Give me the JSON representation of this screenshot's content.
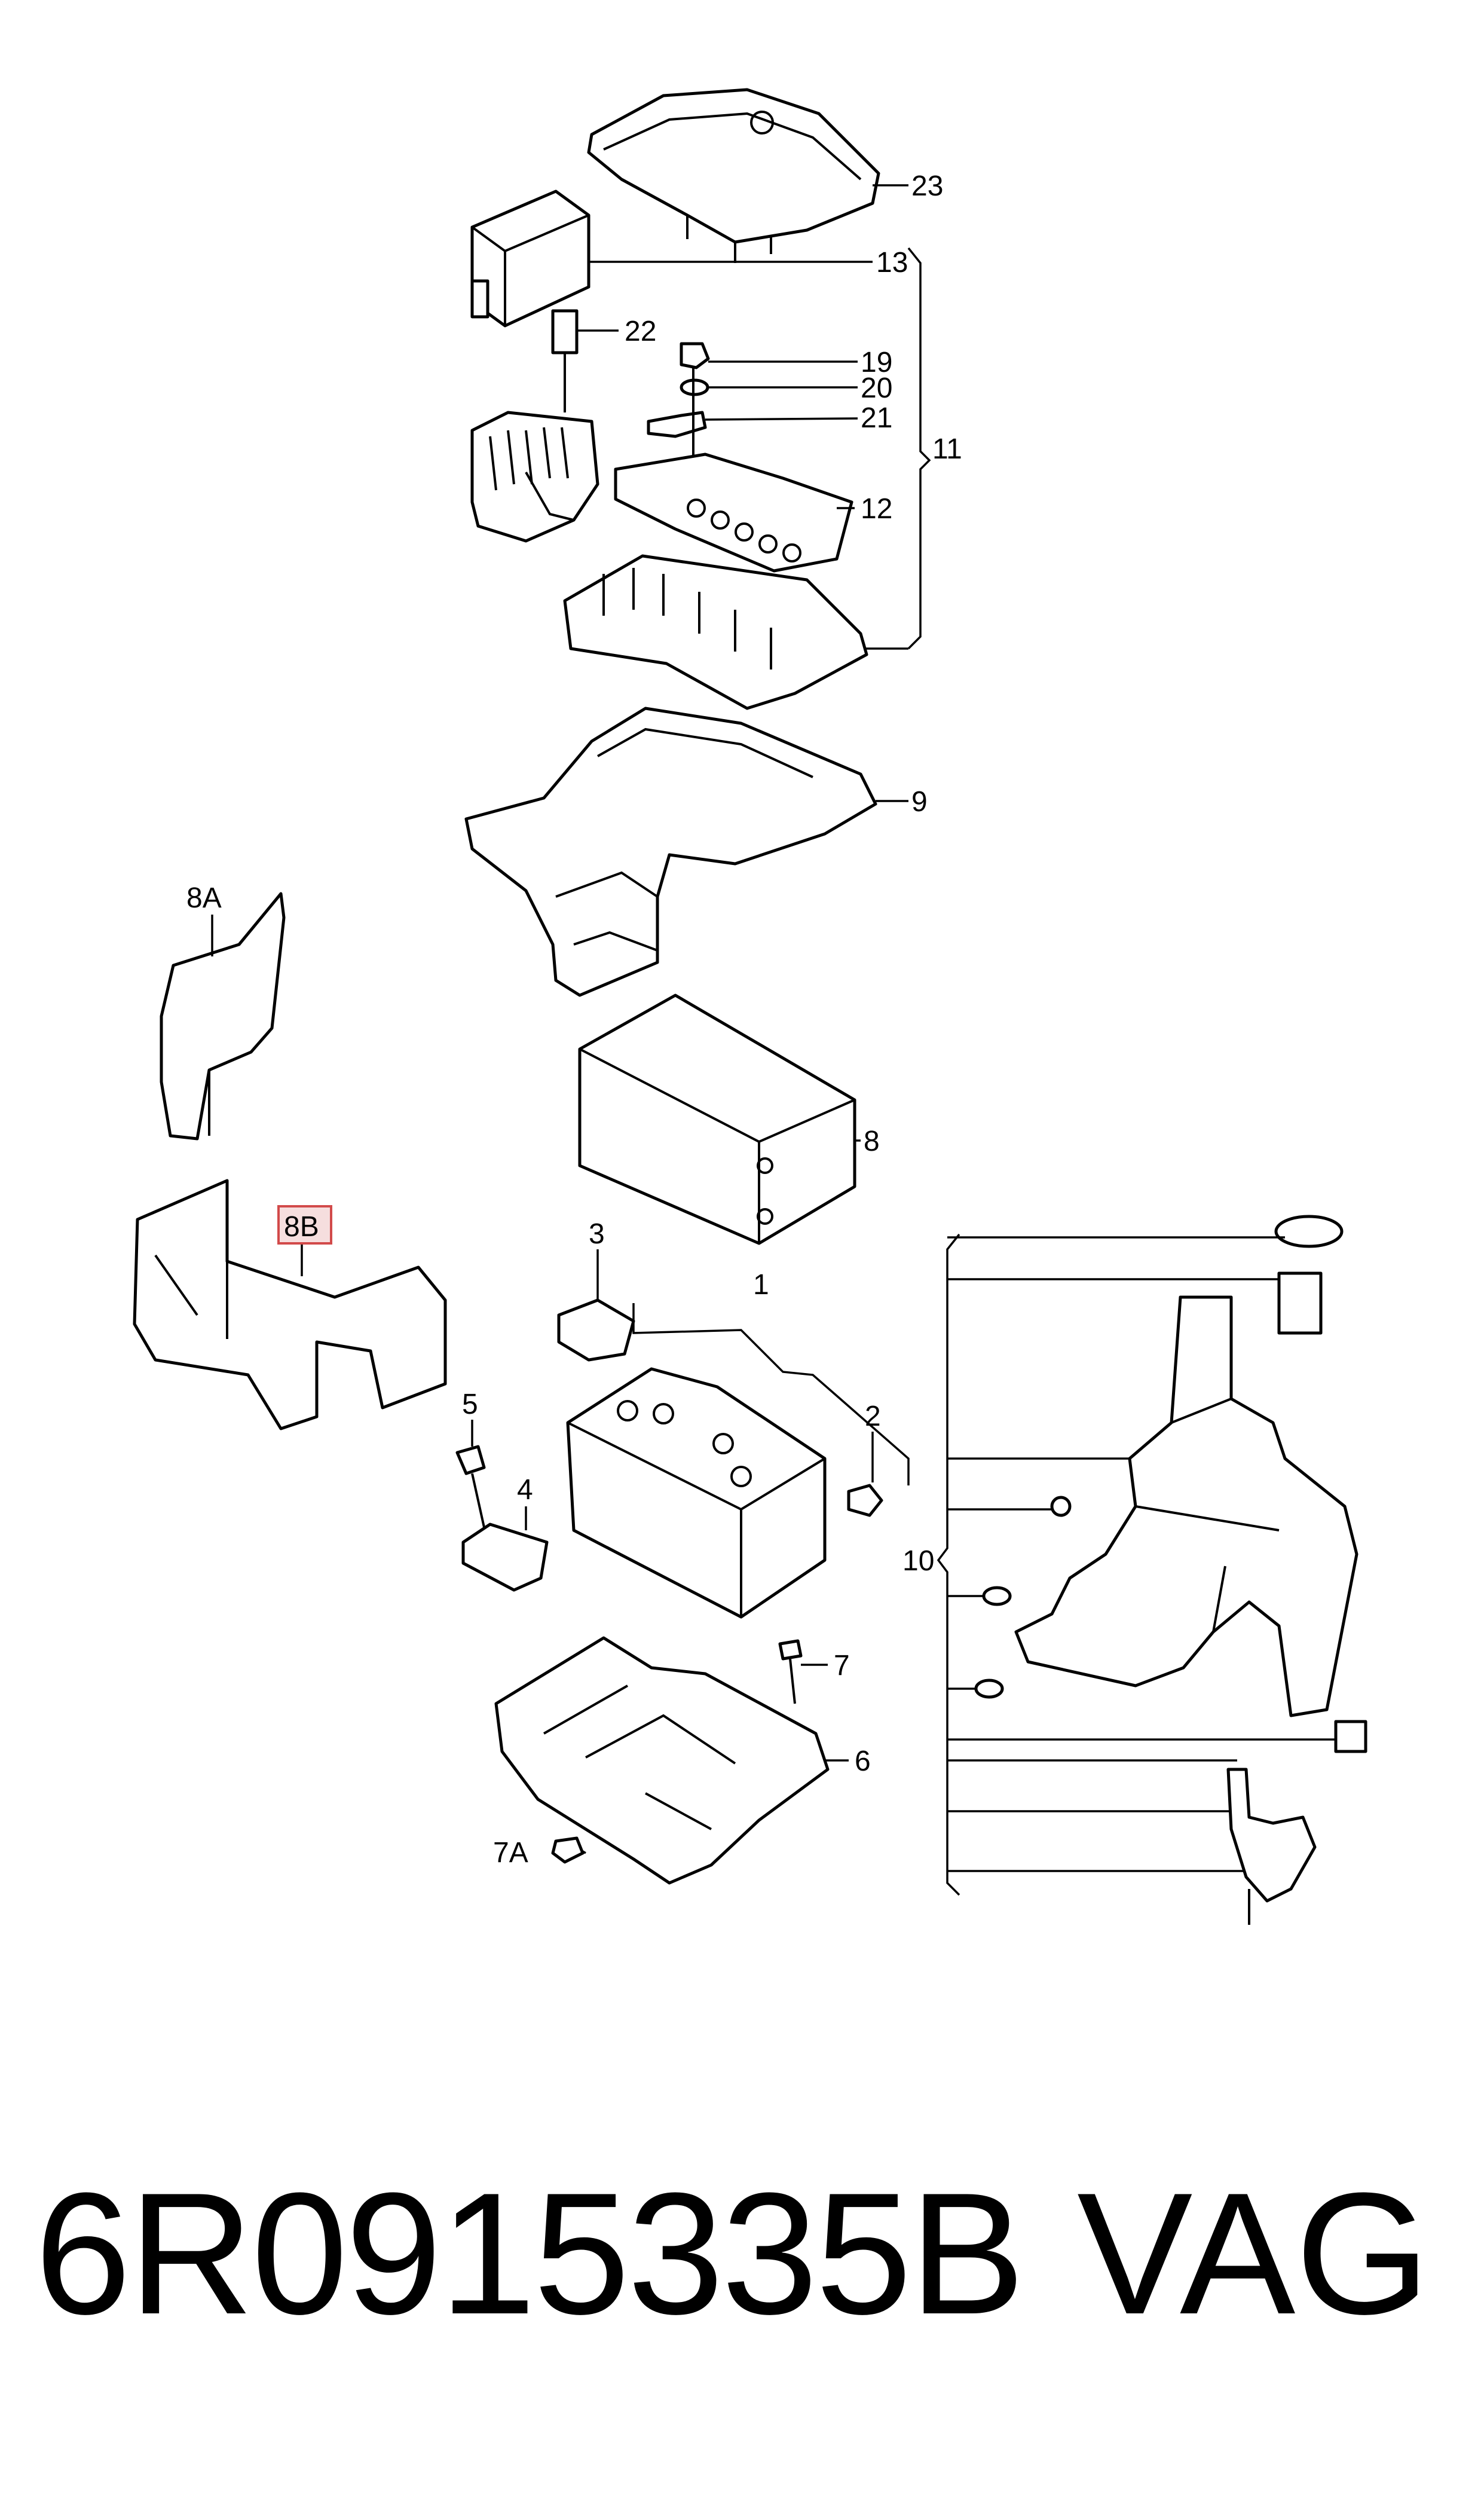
{
  "callouts": {
    "c23": "23",
    "c13": "13",
    "c22": "22",
    "c19": "19",
    "c20": "20",
    "c21": "21",
    "c11": "11",
    "c12": "12",
    "c9": "9",
    "c8A": "8A",
    "c8B": "8B",
    "c8": "8",
    "c3": "3",
    "c1": "1",
    "c2": "2",
    "c5": "5",
    "c4": "4",
    "c10": "10",
    "c7": "7",
    "c6": "6",
    "c7A": "7A"
  },
  "highlighted_callout": "8B",
  "colors": {
    "line": "#000000",
    "highlight_fill": "#f6dede",
    "highlight_stroke": "#d24a4a"
  },
  "footer": {
    "part_number": "6R0915335B",
    "brand": "VAG"
  }
}
